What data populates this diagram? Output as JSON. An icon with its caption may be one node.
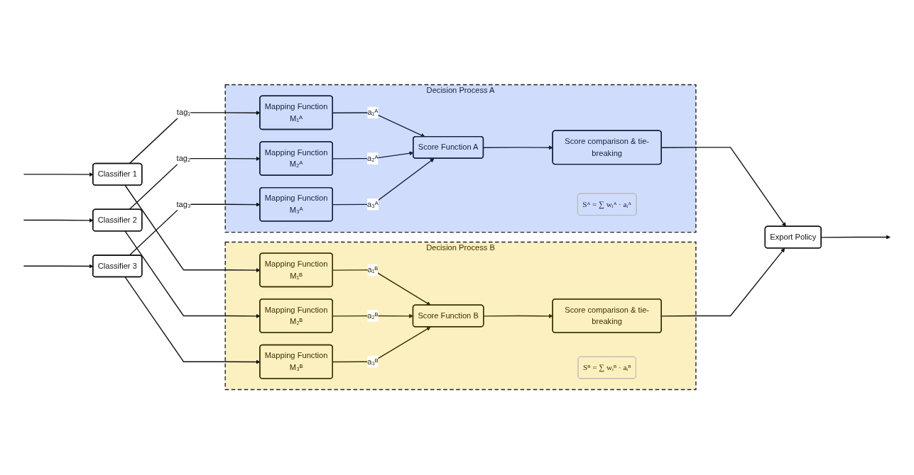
{
  "diagram": {
    "nodes": [
      {
        "text": [
          "Classifier 1"
        ]
      },
      {
        "text": [
          "Classifier 2"
        ]
      },
      {
        "text": [
          "Classifier 3"
        ]
      },
      {
        "text": [
          "Decision Process A"
        ]
      },
      {
        "text": [
          "Mapping Function",
          "M₁ᴬ"
        ],
        "in": 3
      },
      {
        "text": [
          "Mapping Function",
          "M₂ᴬ"
        ],
        "in": 3
      },
      {
        "text": [
          "Mapping Function",
          "M₃ᴬ"
        ],
        "in": 3
      },
      {
        "text": [
          "Score Function A"
        ],
        "in": 3
      },
      {
        "text": [
          "Score comparison & tie-breaking"
        ],
        "in": 3
      },
      {
        "text": [
          "Sᴬ = ∑ wᵢᴬ · aᵢᴬ"
        ],
        "in": 3
      },
      {
        "text": [
          "Decision Process B"
        ]
      },
      {
        "text": [
          "Mapping Function",
          "M₁ᴮ"
        ],
        "in": 10
      },
      {
        "text": [
          "Mapping Function",
          "M₂ᴮ"
        ],
        "in": 10
      },
      {
        "text": [
          "Mapping Function",
          "M₃ᴮ"
        ],
        "in": 10
      },
      {
        "text": [
          "Score Function B"
        ],
        "in": 10
      },
      {
        "text": [
          "Score comparison & tie-breaking"
        ],
        "in": 10
      },
      {
        "text": [
          "Sᴮ = ∑ wᵢᴮ · aᵢᴮ"
        ],
        "in": 10
      },
      {
        "text": [
          "Export Policy"
        ]
      }
    ],
    "edges": [
      {
        "from": null,
        "to": 0,
        "arrow": "to"
      },
      {
        "from": null,
        "to": 1,
        "arrow": "to"
      },
      {
        "from": null,
        "to": 2,
        "arrow": "to"
      },
      {
        "from": 0,
        "to": 4,
        "arrow": "to",
        "label": "tag₁"
      },
      {
        "from": 0,
        "to": 11,
        "arrow": "to"
      },
      {
        "from": 1,
        "to": 5,
        "arrow": "to",
        "label": "tag₂"
      },
      {
        "from": 1,
        "to": 12,
        "arrow": "to"
      },
      {
        "from": 2,
        "to": 6,
        "arrow": "to",
        "label": "tag₃"
      },
      {
        "from": 2,
        "to": 13,
        "arrow": "to"
      },
      {
        "from": 4,
        "to": 7,
        "arrow": "to",
        "label": "a₁ᴬ",
        "color": "#14213d"
      },
      {
        "from": 5,
        "to": 7,
        "arrow": "to",
        "label": "a₂ᴬ",
        "color": "#14213d"
      },
      {
        "from": 6,
        "to": 7,
        "arrow": "to",
        "label": "a₃ᴬ",
        "color": "#14213d"
      },
      {
        "from": 7,
        "to": 8,
        "arrow": "to",
        "color": "#14213d"
      },
      {
        "from": 11,
        "to": 14,
        "arrow": "to",
        "label": "a₁ᴮ",
        "color": "#3b3000"
      },
      {
        "from": 12,
        "to": 14,
        "arrow": "to",
        "label": "a₂ᴮ",
        "color": "#3b3000"
      },
      {
        "from": 13,
        "to": 14,
        "arrow": "to",
        "label": "a₃ᴮ",
        "color": "#3b3000"
      },
      {
        "from": 14,
        "to": 15,
        "arrow": "to",
        "color": "#3b3000"
      },
      {
        "from": 8,
        "to": 17,
        "arrow": "to"
      },
      {
        "from": 15,
        "to": 17,
        "arrow": "to"
      },
      {
        "from": 17,
        "to": null,
        "arrow": "to"
      }
    ]
  }
}
